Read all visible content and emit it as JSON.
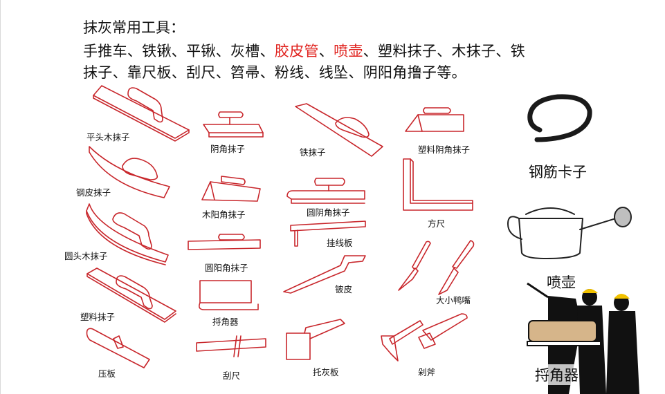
{
  "heading": "抹灰常用工具：",
  "tool_list": {
    "line1": [
      {
        "text": "手推车、铁锹、平锹、灰槽、",
        "highlight": false
      },
      {
        "text": "胶皮管",
        "highlight": true
      },
      {
        "text": "、",
        "highlight": false
      },
      {
        "text": "喷壶",
        "highlight": true
      },
      {
        "text": "、塑料抹子、木抹子、铁",
        "highlight": false
      }
    ],
    "line2": "抹子、靠尺板、刮尺、笤帚、粉线、线坠、阴阳角撸子等。"
  },
  "highlight_color": "#e0201c",
  "line_art_color": "#c8262b",
  "tools": {
    "c1": [
      "平头木抹子",
      "钢皮抹子",
      "圆头木抹子",
      "塑料抹子",
      "压板"
    ],
    "c2": [
      "阴角抹子",
      "木阳角抹子",
      "圆阳角抹子",
      "捋角器",
      "刮尺"
    ],
    "c3": [
      "铁抹子",
      "圆阴角抹子",
      "挂线板",
      "铍皮",
      "托灰板"
    ],
    "c4": [
      "塑料阴角抹子",
      "方尺",
      "大小鸭嘴",
      "剁斧"
    ]
  },
  "photos": {
    "rebar_clip": "钢筋卡子",
    "watering_can": "喷壶",
    "corner_tool": "捋角器"
  }
}
